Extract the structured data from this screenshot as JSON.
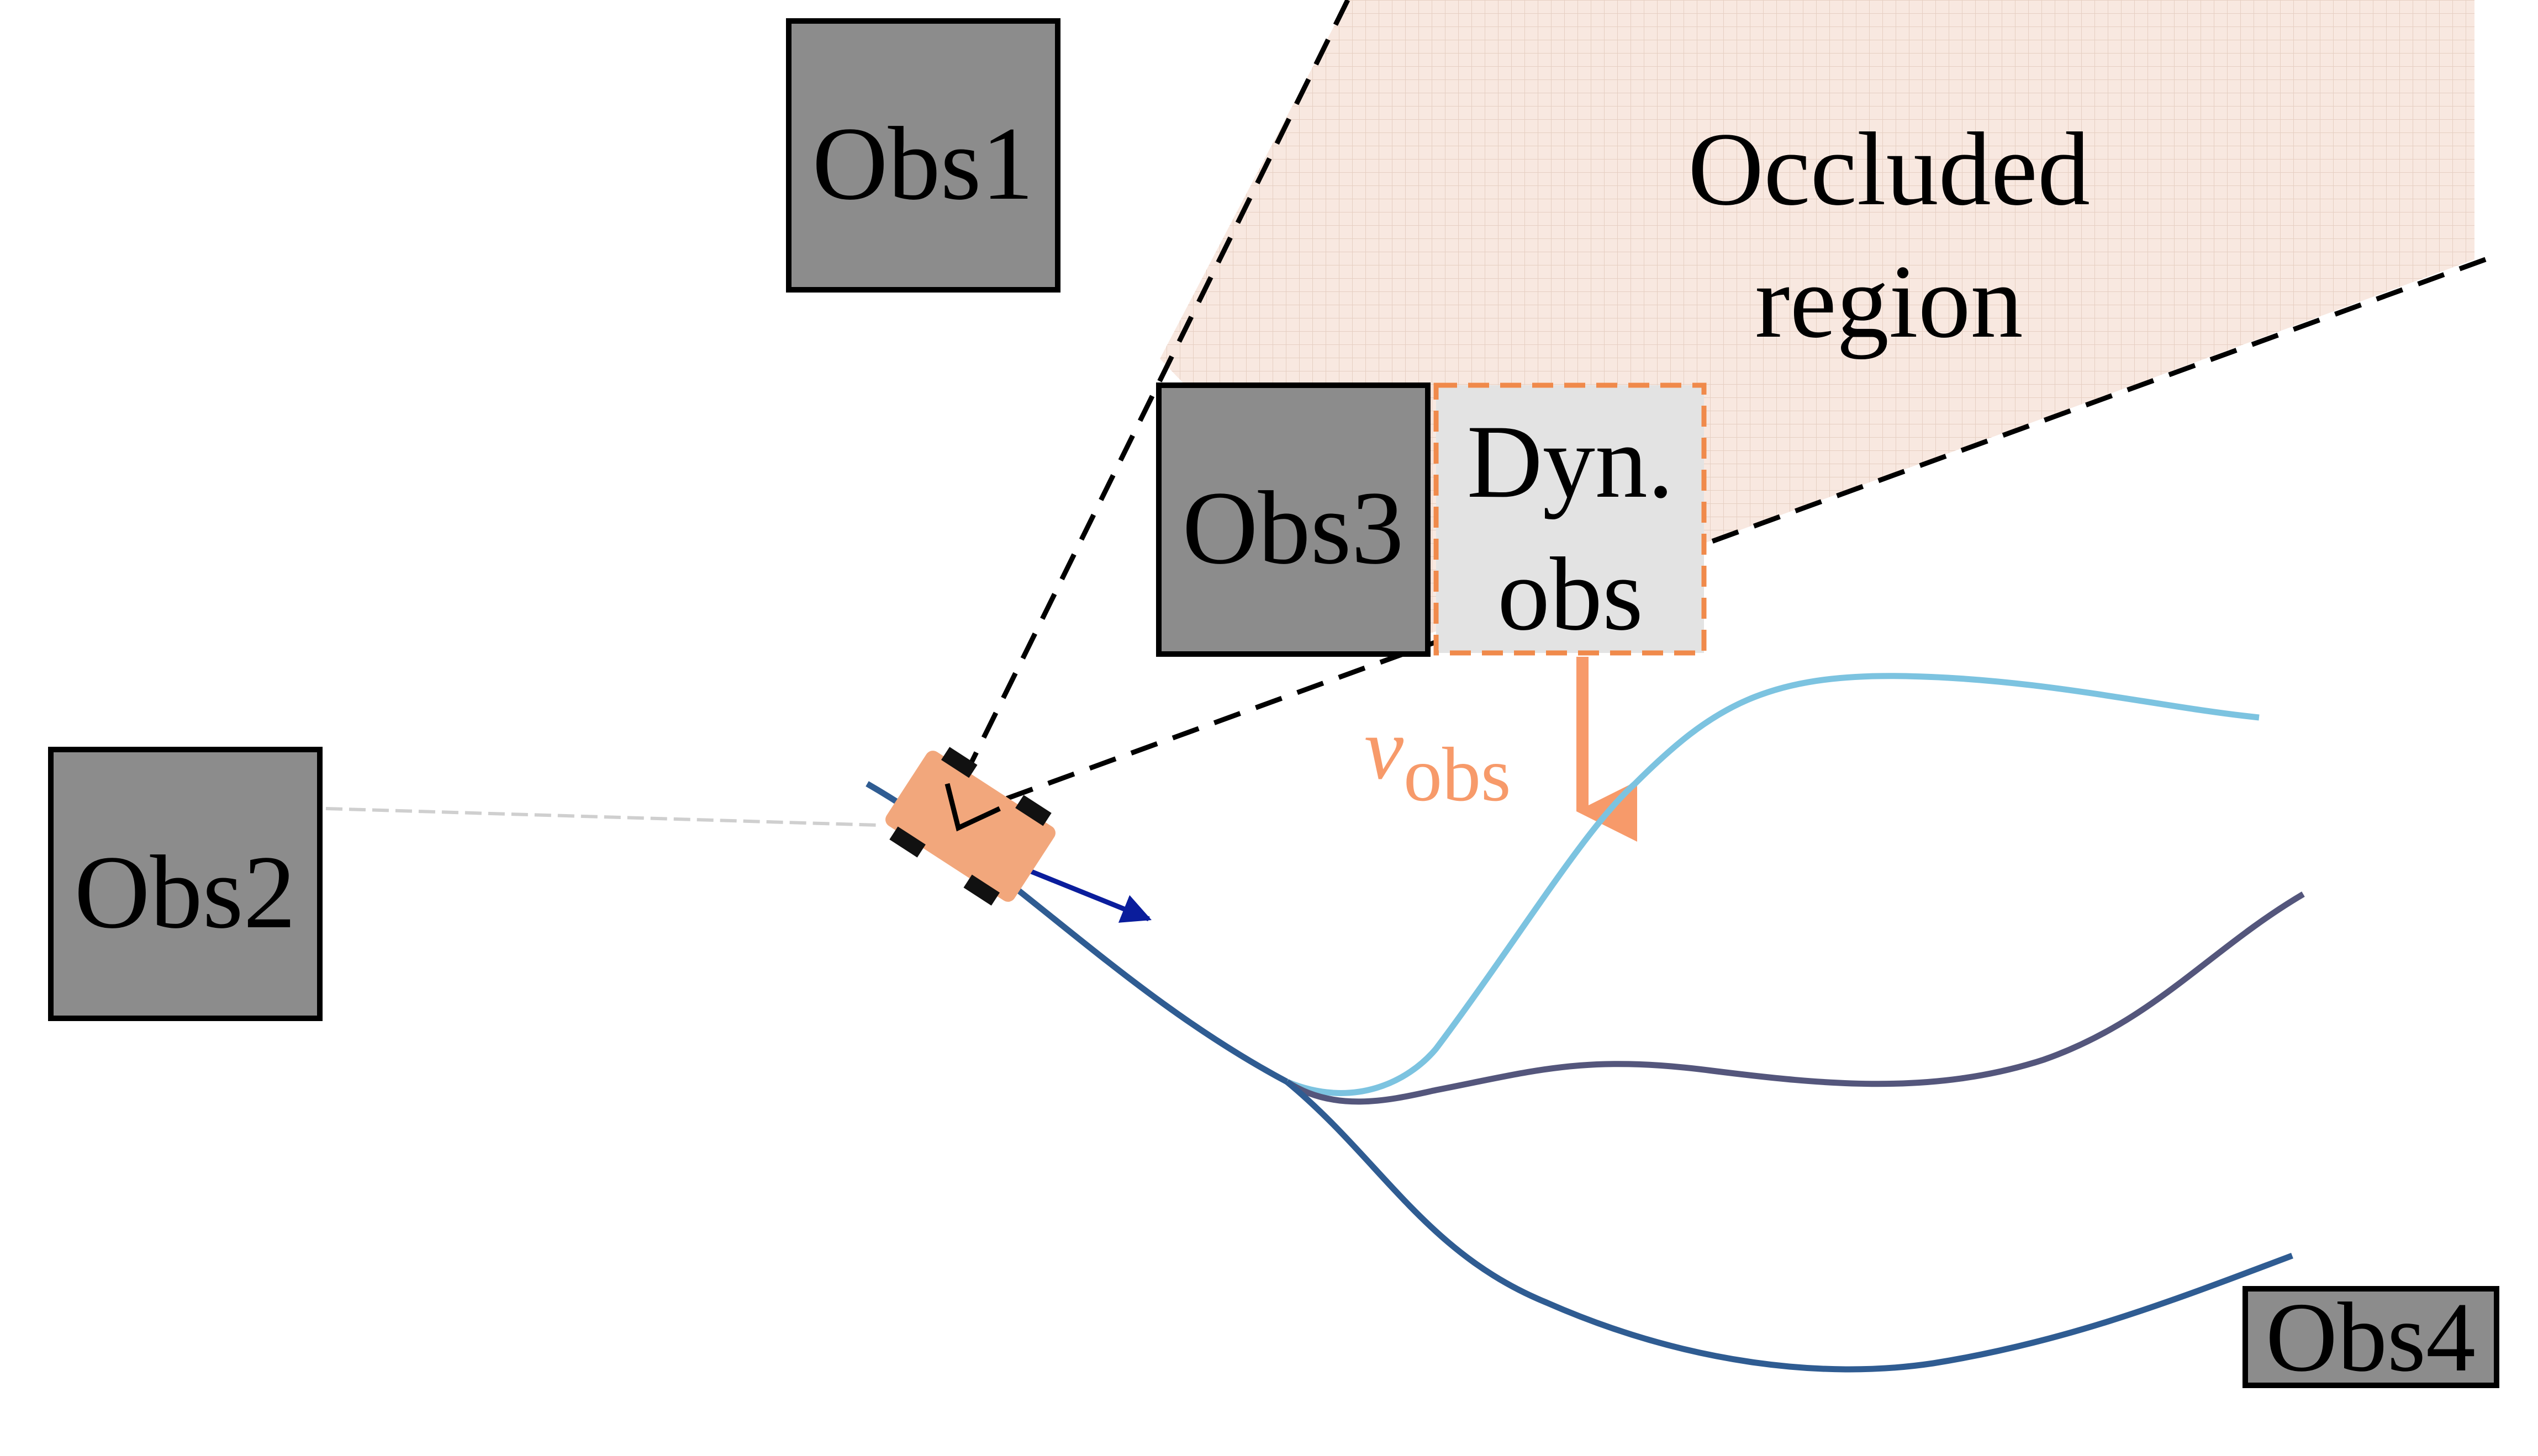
{
  "obstacles": {
    "obs1": "Obs1",
    "obs2": "Obs2",
    "obs3": "Obs3",
    "obs4": "Obs4"
  },
  "dynamic_obstacle": {
    "line1": "Dyn.",
    "line2": "obs"
  },
  "occluded_region": {
    "line1": "Occluded",
    "line2": "region"
  },
  "velocity_label": {
    "symbol": "v",
    "subscript": "obs"
  },
  "colors": {
    "obstacle_fill": "#8c8c8c",
    "dynamic_fill": "#e3e3e3",
    "dynamic_border": "#f08a4b",
    "velocity_arrow": "#f79a6a",
    "occluded_fill": "#f7e6dd",
    "vehicle": "#f2a77c",
    "path_light_blue": "#7cc3e0",
    "path_purple": "#54567c",
    "path_dark_blue": "#2f5c92",
    "heading_arrow": "#0a1d9c"
  },
  "icons": {
    "vehicle": "car-icon",
    "heading": "heading-arrow-icon"
  }
}
